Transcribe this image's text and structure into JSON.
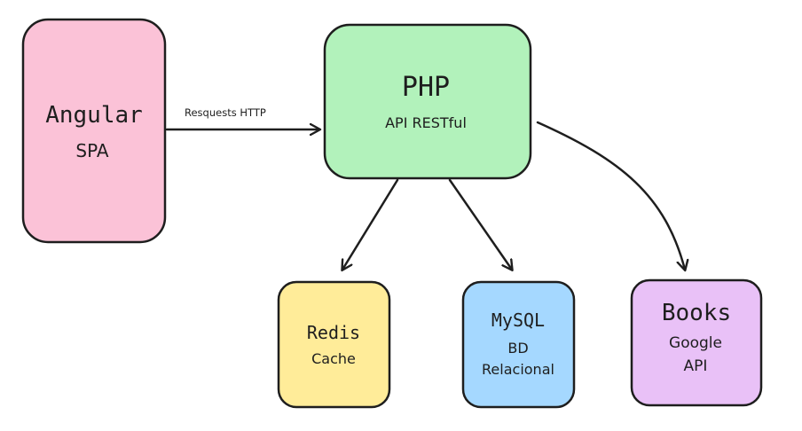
{
  "nodes": {
    "angular": {
      "title": "Angular",
      "subtitle": "SPA",
      "fill": "#fbc2d7"
    },
    "php": {
      "title": "PHP",
      "subtitle": "API RESTful",
      "fill": "#b2f2bb"
    },
    "redis": {
      "title": "Redis",
      "subtitle": "Cache",
      "fill": "#ffec99"
    },
    "mysql": {
      "title": "MySQL",
      "subtitle_line1": "BD",
      "subtitle_line2": "Relacional",
      "fill": "#a5d8ff"
    },
    "books": {
      "title": "Books",
      "subtitle_line1": "Google",
      "subtitle_line2": "API",
      "fill": "#e9c1f7"
    }
  },
  "edges": {
    "angular_to_php": {
      "label": "Resquests HTTP"
    }
  },
  "colors": {
    "stroke": "#1e1e1e"
  }
}
